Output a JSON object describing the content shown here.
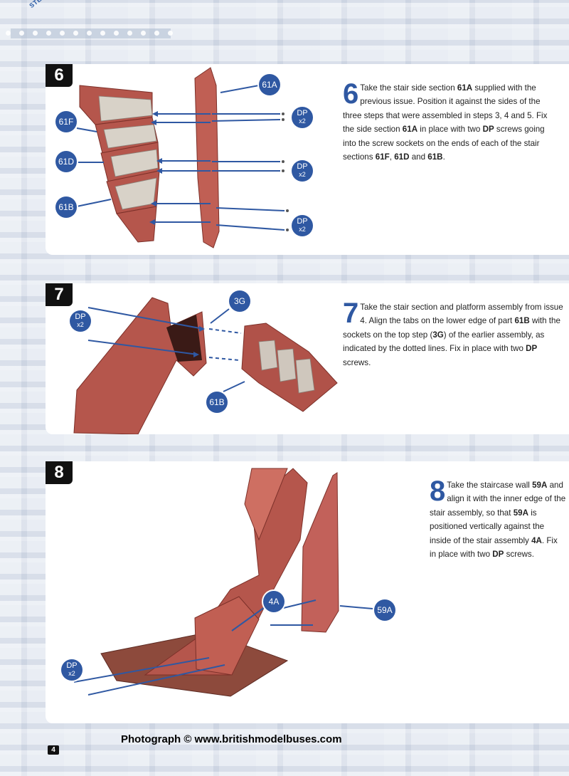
{
  "header": {
    "step_by_step": "STEP BY STEP"
  },
  "steps": [
    {
      "number": "6",
      "labels": [
        "61A",
        "61F",
        "61D",
        "61B"
      ],
      "dp_labels": [
        {
          "text": "DP",
          "qty": "x2"
        },
        {
          "text": "DP",
          "qty": "x2"
        },
        {
          "text": "DP",
          "qty": "x2"
        }
      ],
      "text_parts": [
        "Take the stair side section ",
        "61A",
        " supplied with the previous issue. Position it against the sides of the three steps that were assembled in steps 3, 4 and 5. Fix the side section ",
        "61A",
        " in place with two ",
        "DP",
        " screws going into the screw sockets on the ends of each of the stair sections ",
        "61F",
        ", ",
        "61D",
        " and ",
        "61B",
        "."
      ]
    },
    {
      "number": "7",
      "labels": [
        "3G",
        "61B"
      ],
      "dp_labels": [
        {
          "text": "DP",
          "qty": "x2"
        }
      ],
      "text_parts": [
        "Take the stair section and platform assembly from issue 4. Align the tabs on the lower edge of part ",
        "61B",
        " with the sockets on the top step (",
        "3G",
        ") of the earlier assembly, as indicated by the dotted lines. Fix in place with two ",
        "DP",
        " screws."
      ]
    },
    {
      "number": "8",
      "labels": [
        "4A",
        "59A"
      ],
      "dp_labels": [
        {
          "text": "DP",
          "qty": "x2"
        }
      ],
      "text_parts": [
        "Take the staircase wall ",
        "59A",
        " and align it with the inner edge of the stair assembly, so that ",
        "59A",
        " is positioned vertically against the inside of the stair assembly ",
        "4A",
        ". Fix in place with two ",
        "DP",
        " screws."
      ]
    }
  ],
  "footer": {
    "credit": "Photograph © www.britishmodelbuses.com",
    "page_number": "4"
  },
  "colors": {
    "accent": "#2f58a2",
    "part_red": "#b5564c",
    "panel": "#ffffff"
  }
}
